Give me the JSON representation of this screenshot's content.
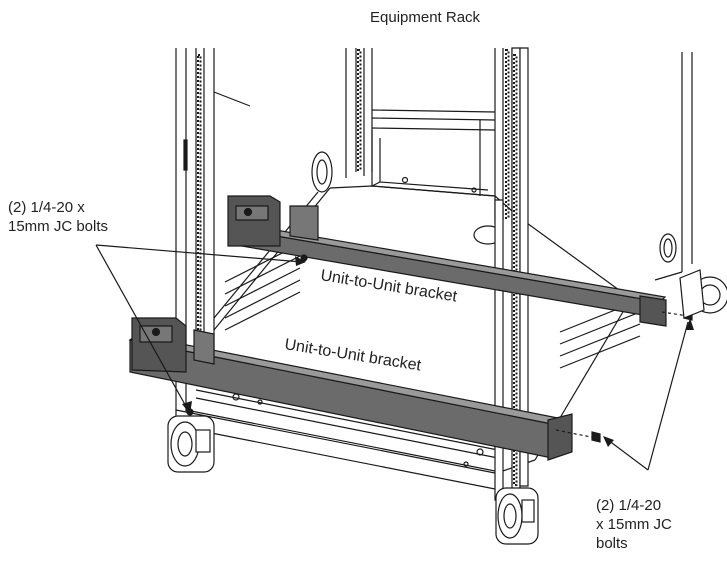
{
  "title": "Equipment Rack",
  "callouts": {
    "left_bolts": [
      "(2) 1/4-20 x",
      "15mm JC bolts"
    ],
    "right_bolts": [
      "(2) 1/4-20",
      "x 15mm JC",
      "bolts"
    ]
  },
  "brackets": {
    "upper": "Unit-to-Unit bracket",
    "lower": "Unit-to-Unit bracket"
  },
  "colors": {
    "line": "#1a1a1a",
    "bracket_fill": "#6b6b6b",
    "background": "#ffffff"
  }
}
